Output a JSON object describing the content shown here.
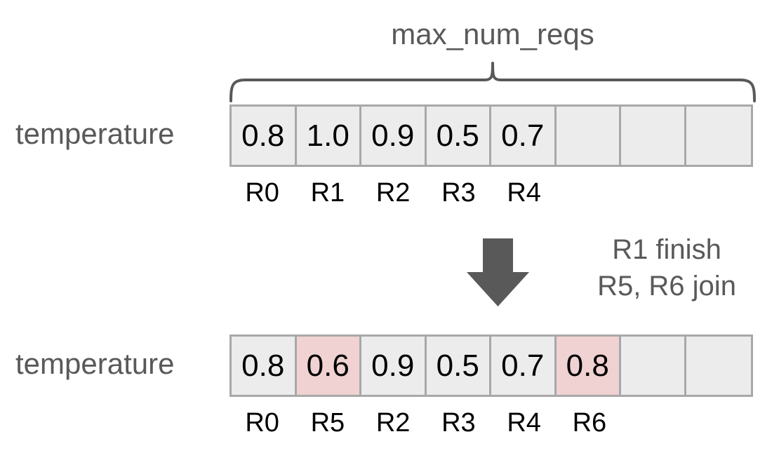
{
  "diagram": {
    "brace_label": "max_num_reqs",
    "row_label": "temperature",
    "colors": {
      "cell_fill": "#ececec",
      "cell_border": "#a8a8a8",
      "highlight_fill": "#f0d2d2",
      "gray_text": "#595959",
      "black_text": "#000000",
      "arrow_fill": "#595959"
    },
    "top": {
      "label": "temperature",
      "cells": [
        {
          "value": "0.8",
          "highlight": false,
          "index_label": "R0"
        },
        {
          "value": "1.0",
          "highlight": false,
          "index_label": "R1"
        },
        {
          "value": "0.9",
          "highlight": false,
          "index_label": "R2"
        },
        {
          "value": "0.5",
          "highlight": false,
          "index_label": "R3"
        },
        {
          "value": "0.7",
          "highlight": false,
          "index_label": "R4"
        },
        {
          "value": "",
          "highlight": false,
          "index_label": ""
        },
        {
          "value": "",
          "highlight": false,
          "index_label": ""
        },
        {
          "value": "",
          "highlight": false,
          "index_label": ""
        }
      ]
    },
    "transition": {
      "line1": "R1 finish",
      "line2": "R5, R6 join",
      "arrow_icon": "down-arrow-icon"
    },
    "bottom": {
      "label": "temperature",
      "cells": [
        {
          "value": "0.8",
          "highlight": false,
          "index_label": "R0"
        },
        {
          "value": "0.6",
          "highlight": true,
          "index_label": "R5"
        },
        {
          "value": "0.9",
          "highlight": false,
          "index_label": "R2"
        },
        {
          "value": "0.5",
          "highlight": false,
          "index_label": "R3"
        },
        {
          "value": "0.7",
          "highlight": false,
          "index_label": "R4"
        },
        {
          "value": "0.8",
          "highlight": true,
          "index_label": "R6"
        },
        {
          "value": "",
          "highlight": false,
          "index_label": ""
        },
        {
          "value": "",
          "highlight": false,
          "index_label": ""
        }
      ]
    }
  }
}
